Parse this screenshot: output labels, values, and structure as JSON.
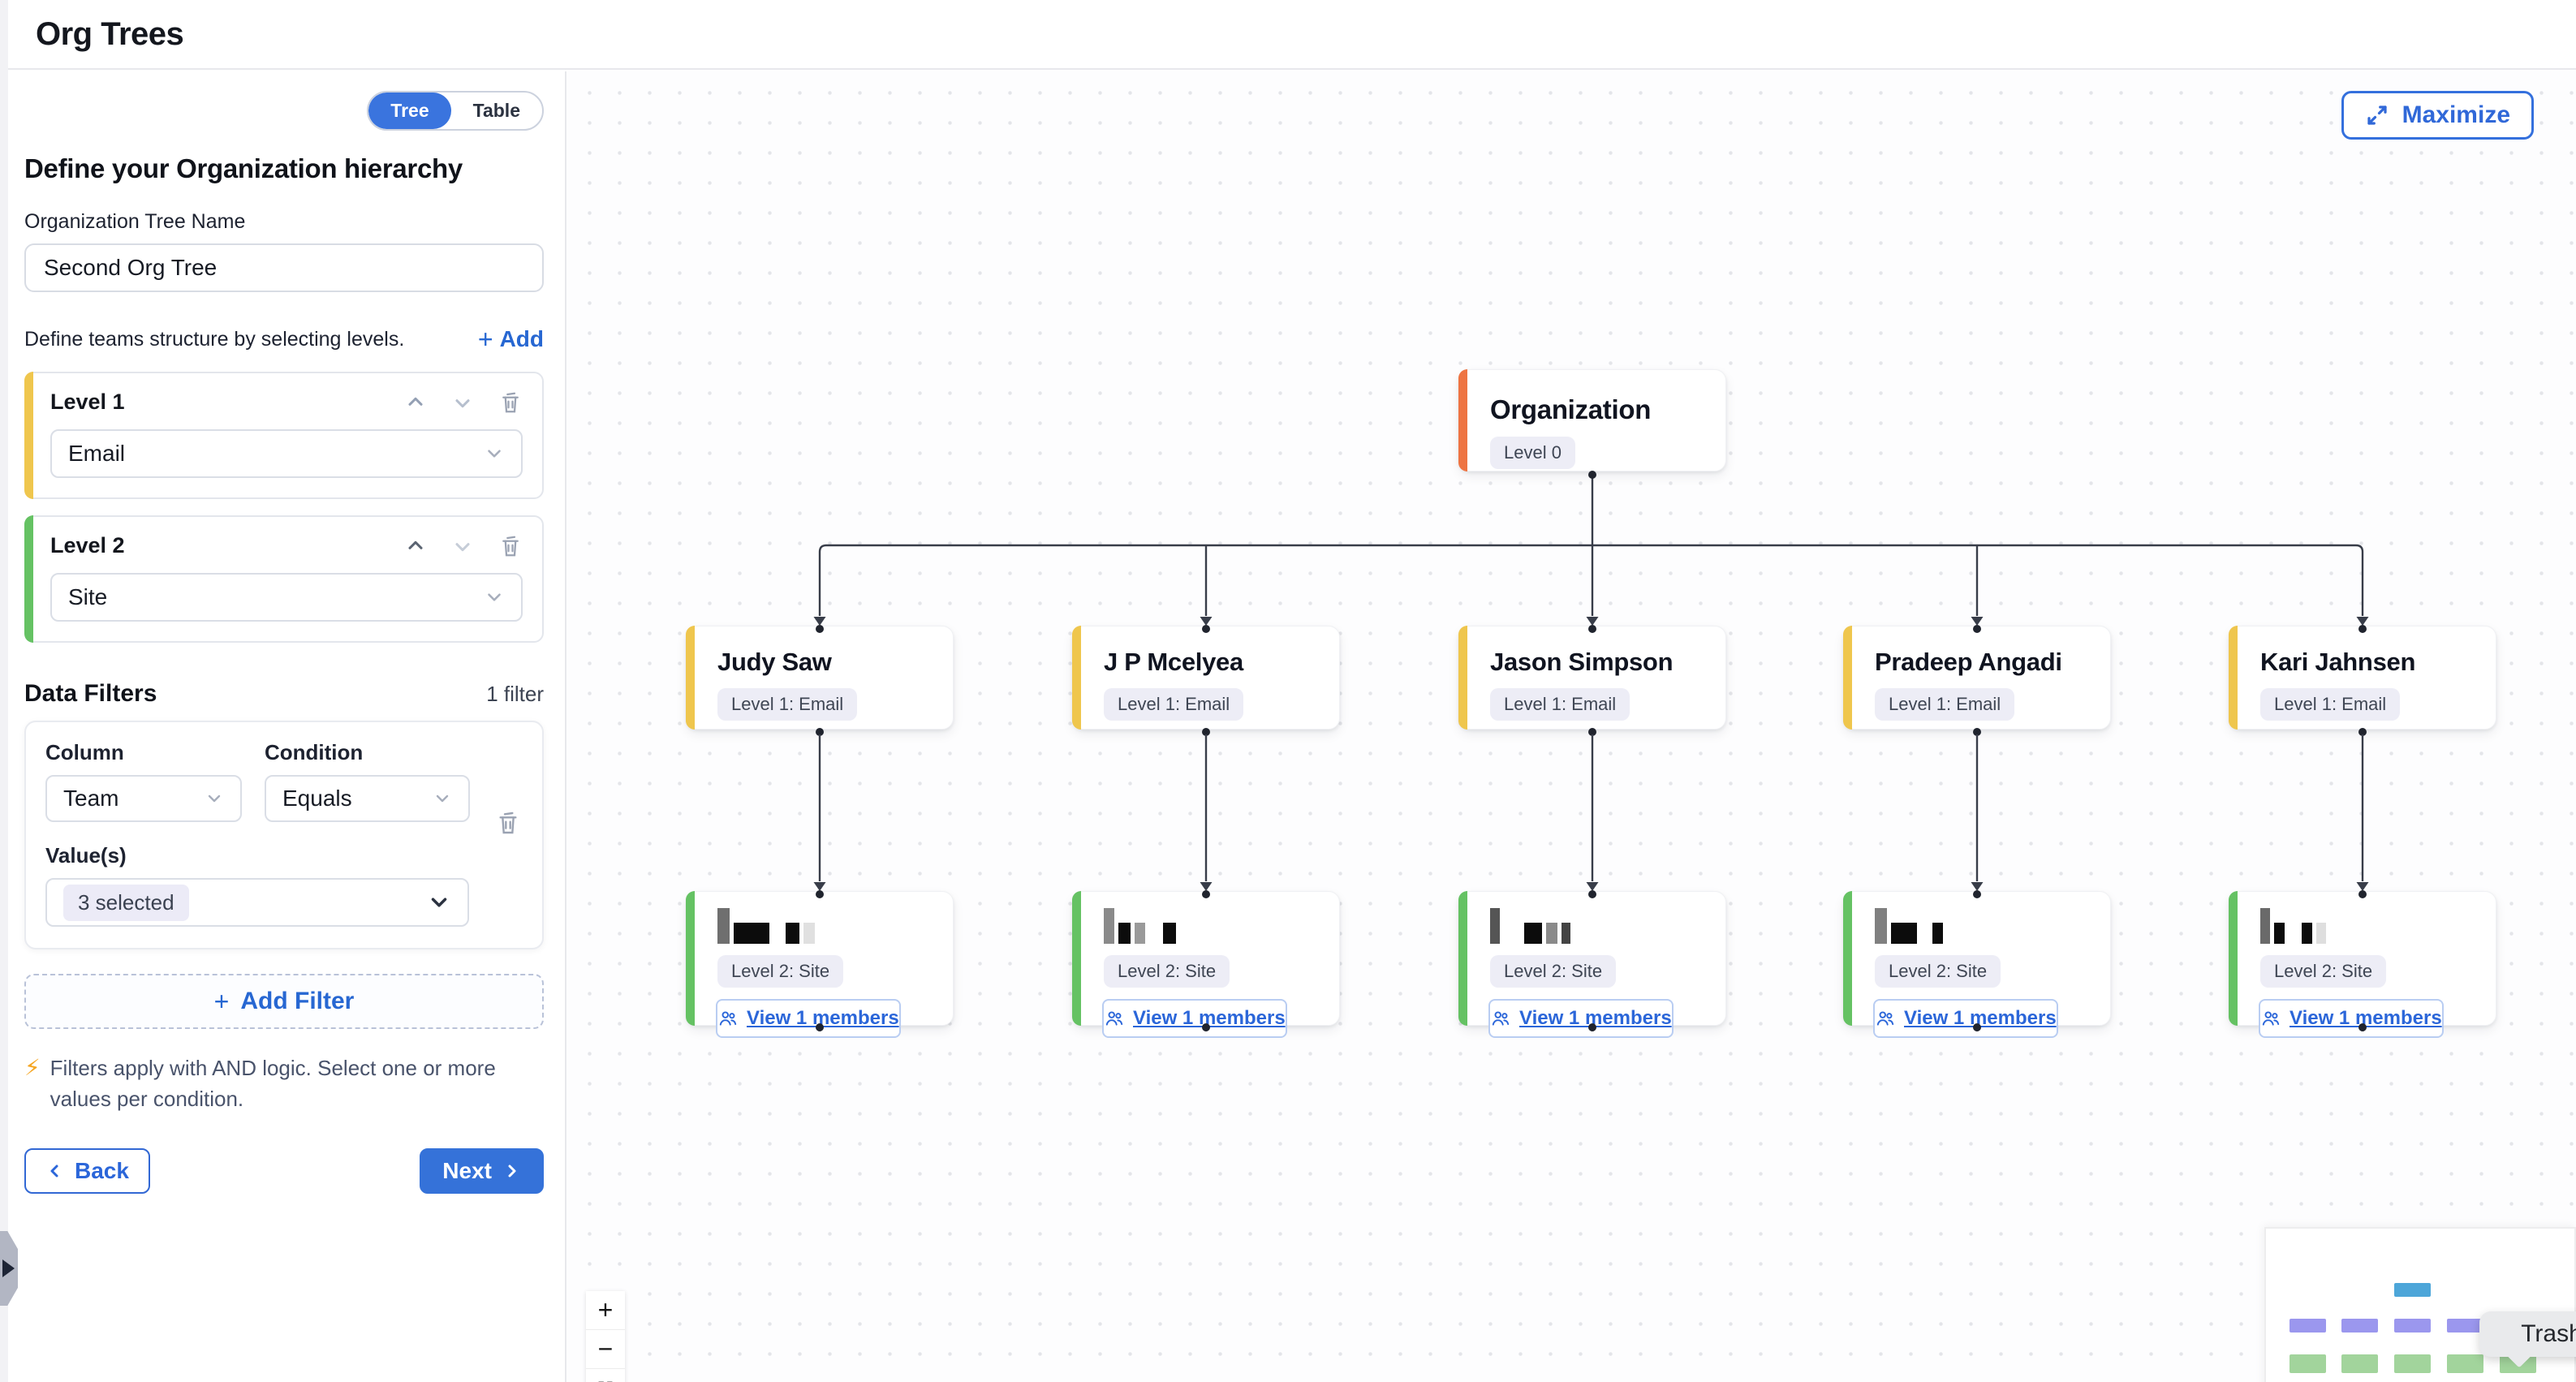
{
  "header": {
    "title": "Org Trees"
  },
  "sidebar": {
    "view_toggle": {
      "options": [
        "Tree",
        "Table"
      ],
      "selected": "Tree"
    },
    "heading": "Define your Organization hierarchy",
    "tree_name": {
      "label": "Organization Tree Name",
      "value": "Second Org Tree"
    },
    "levels_section": {
      "hint": "Define teams structure by selecting levels.",
      "add_label": "Add",
      "plus": "+"
    },
    "levels": [
      {
        "label": "Level 1",
        "value": "Email",
        "accent": "#efc64d"
      },
      {
        "label": "Level 2",
        "value": "Site",
        "accent": "#65c263"
      }
    ],
    "filters_section": {
      "title": "Data Filters",
      "count_label": "1 filter"
    },
    "filter": {
      "column_label": "Column",
      "column_value": "Team",
      "condition_label": "Condition",
      "condition_value": "Equals",
      "values_label": "Value(s)",
      "values_value": "3 selected"
    },
    "add_filter_label": "Add Filter",
    "note": "Filters apply with AND logic. Select one or more values per condition.",
    "bolt": "⚡",
    "back_label": "Back",
    "next_label": "Next"
  },
  "canvas": {
    "maximize_label": "Maximize",
    "tooltip": "Trash",
    "zoom_controls": {
      "zoom_in": "+",
      "zoom_out": "−"
    },
    "tree": {
      "root": {
        "title": "Organization",
        "badge": "Level 0"
      },
      "level1": [
        {
          "title": "Judy Saw",
          "badge": "Level 1: Email"
        },
        {
          "title": "J P Mcelyea",
          "badge": "Level 1: Email"
        },
        {
          "title": "Jason Simpson",
          "badge": "Level 1: Email"
        },
        {
          "title": "Pradeep Angadi",
          "badge": "Level 1: Email"
        },
        {
          "title": "Kari Jahnsen",
          "badge": "Level 1: Email"
        }
      ],
      "level2": [
        {
          "badge": "Level 2: Site",
          "button": "View 1 members",
          "redacted_name_blocks": [
            [
              15,
              44,
              "#6f6f6f"
            ],
            [
              44,
              26,
              "#0c0c0c"
            ],
            [
              10,
              26,
              "transparent"
            ],
            [
              17,
              26,
              "#0c0c0c"
            ],
            [
              14,
              26,
              "#e0e0e0"
            ]
          ]
        },
        {
          "badge": "Level 2: Site",
          "button": "View 1 members",
          "redacted_name_blocks": [
            [
              13,
              44,
              "#8a8a8a"
            ],
            [
              15,
              26,
              "#0c0c0c"
            ],
            [
              13,
              26,
              "#9a9a9a"
            ],
            [
              12,
              26,
              "transparent"
            ],
            [
              16,
              26,
              "#0c0c0c"
            ]
          ]
        },
        {
          "badge": "Level 2: Site",
          "button": "View 1 members",
          "redacted_name_blocks": [
            [
              12,
              44,
              "#555555"
            ],
            [
              20,
              26,
              "transparent"
            ],
            [
              22,
              26,
              "#0c0c0c"
            ],
            [
              14,
              26,
              "#8a8a8a"
            ],
            [
              11,
              26,
              "#444444"
            ]
          ]
        },
        {
          "badge": "Level 2: Site",
          "button": "View 1 members",
          "redacted_name_blocks": [
            [
              15,
              44,
              "#808080"
            ],
            [
              32,
              26,
              "#0c0c0c"
            ],
            [
              9,
              26,
              "transparent"
            ],
            [
              13,
              26,
              "#0c0c0c"
            ]
          ]
        },
        {
          "badge": "Level 2: Site",
          "button": "View 1 members",
          "redacted_name_blocks": [
            [
              12,
              44,
              "#6a6a6a"
            ],
            [
              13,
              26,
              "#0c0c0c"
            ],
            [
              11,
              26,
              "transparent"
            ],
            [
              13,
              26,
              "#0c0c0c"
            ],
            [
              12,
              26,
              "#dedede"
            ]
          ]
        }
      ]
    },
    "colors": {
      "accent_root": "#ee7442",
      "accent_level1": "#efc64d",
      "accent_level2": "#65c263",
      "edge": "#383d49",
      "dot": "#20242e",
      "primary_blue": "#3572d9",
      "minimap_root": "#4da6d9",
      "minimap_level1": "#9b97ee",
      "minimap_level2": "#a2d49c"
    }
  }
}
